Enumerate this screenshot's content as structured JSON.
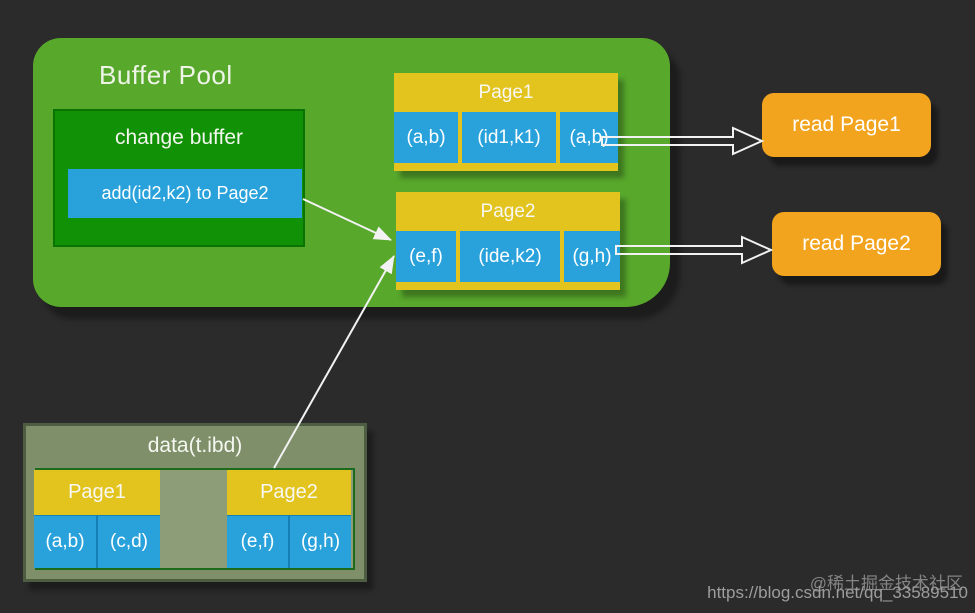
{
  "palette": {
    "background": "#2b2b2b",
    "buffer_pool_green": "#58a82c",
    "change_buffer_green": "#119106",
    "cell_blue": "#29a2dc",
    "header_yellow": "#e3c41e",
    "action_orange": "#f2a41f",
    "disk_fill": "#7e8f69",
    "disk_inner_fill": "#8c9d77",
    "arrow_white": "#f2f2f2",
    "watermark_gray": "#8e8e8e"
  },
  "buffer_pool": {
    "title": "Buffer Pool",
    "change_buffer": {
      "title": "change buffer",
      "operation": "add(id2,k2) to Page2"
    },
    "pages": [
      {
        "title": "Page1",
        "cells": [
          "(a,b)",
          "(id1,k1)",
          "(a,b)"
        ]
      },
      {
        "title": "Page2",
        "cells": [
          "(e,f)",
          "(ide,k2)",
          "(g,h)"
        ]
      }
    ]
  },
  "actions": [
    {
      "label": "read Page1"
    },
    {
      "label": "read Page2"
    }
  ],
  "disk": {
    "title": "data(t.ibd)",
    "pages": [
      {
        "title": "Page1",
        "cells": [
          "(a,b)",
          "(c,d)"
        ]
      },
      {
        "title": "Page2",
        "cells": [
          "(e,f)",
          "(g,h)"
        ]
      }
    ]
  },
  "watermark": {
    "community": "@稀土掘金技术社区",
    "url": "https://blog.csdn.net/qq_33589510"
  }
}
